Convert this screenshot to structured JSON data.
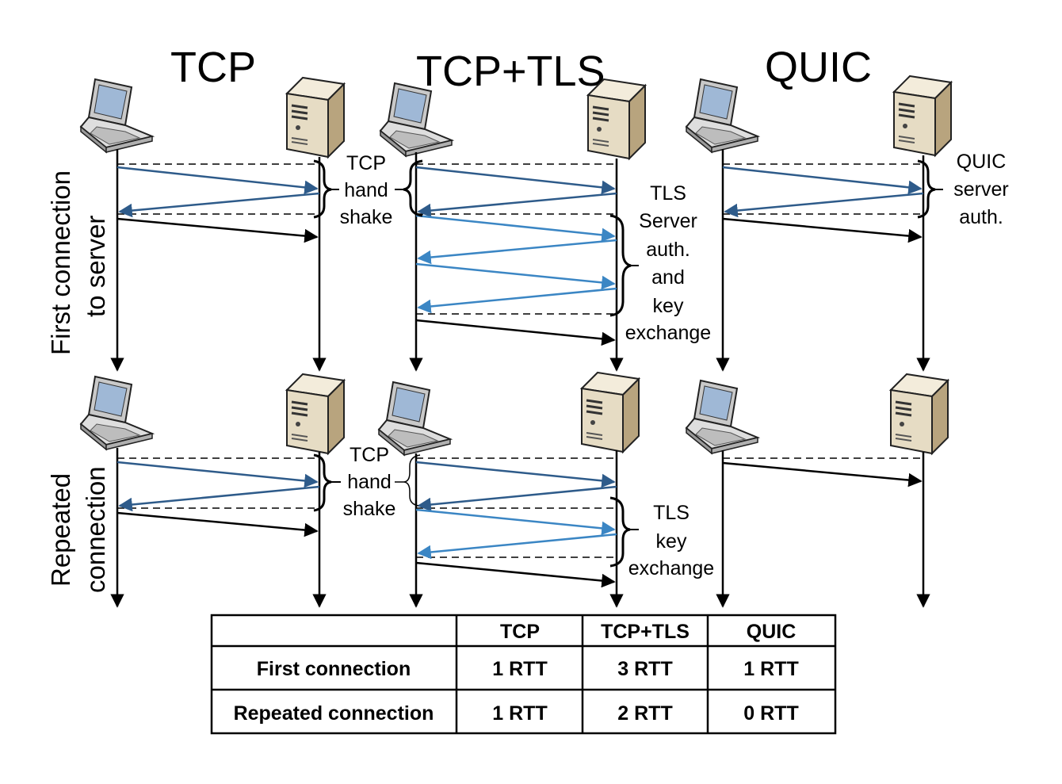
{
  "titles": {
    "tcp": "TCP",
    "tcp_tls": "TCP+TLS",
    "quic": "QUIC"
  },
  "row_labels": {
    "first": [
      "First connection",
      "to server"
    ],
    "repeated": [
      "Repeated",
      "connection"
    ]
  },
  "annotations": {
    "tcp_first": [
      "TCP",
      "hand",
      "shake"
    ],
    "tls_first_handshake": [
      "TLS",
      "Server",
      "auth.",
      "and",
      "key",
      "exchange"
    ],
    "quic_first": [
      "QUIC",
      "server",
      "auth."
    ],
    "tcp_repeated": [
      "TCP",
      "hand",
      "shake"
    ],
    "tls_repeated": [
      "TLS",
      "key",
      "exchange"
    ]
  },
  "colors": {
    "arrow_dark_blue": "#2e5b8a",
    "arrow_light_blue": "#3b86c4",
    "arrow_black": "#000000",
    "laptop_body": "#d7d7d7",
    "laptop_screen": "#9fb8d6",
    "server_body": "#e6dcc4",
    "server_side": "#b8a47e"
  },
  "icons": [
    "laptop-icon",
    "server-icon"
  ],
  "table": {
    "headers": [
      "",
      "TCP",
      "TCP+TLS",
      "QUIC"
    ],
    "rows": [
      [
        "First connection",
        "1 RTT",
        "3 RTT",
        "1 RTT"
      ],
      [
        "Repeated connection",
        "1 RTT",
        "2 RTT",
        "0 RTT"
      ]
    ]
  }
}
